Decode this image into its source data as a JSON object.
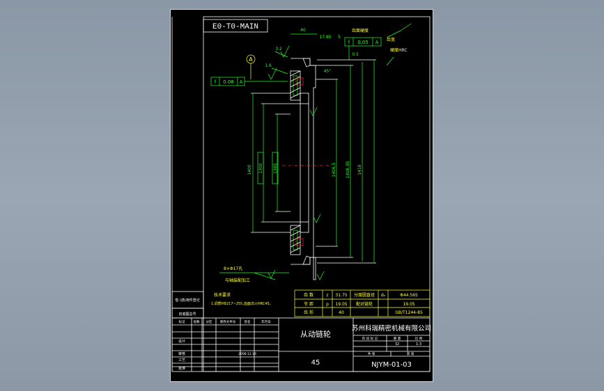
{
  "drawing": {
    "code_box_text": "E0-T0-MAIN",
    "datum_label": "A",
    "tolerance_left": {
      "symbol": "f",
      "value": "0.08",
      "datum": "A"
    },
    "tolerance_top": {
      "symbol": "f",
      "value": "0.05",
      "datum": "A"
    },
    "top_dims": [
      "40",
      "17.85",
      "5",
      "3.2",
      "1.6",
      "0.5",
      "45°"
    ],
    "top_notes": [
      "齿面硬度",
      "齿宽",
      "硬度HRC"
    ],
    "vertical_dims": [
      "1400",
      "1300",
      "1385",
      "1406.5",
      "1408.35",
      "1418"
    ],
    "inner_dims": [
      "1300",
      "1385"
    ],
    "bottom_notes": [
      "8×Φ17孔",
      "与轴装配加工"
    ],
    "tech_requirements": [
      "技术要求",
      "1.调质HB217~255,齿面淬火HRC45。"
    ],
    "left_labels": [
      "借 (通)用件登记",
      "旧底图总号"
    ],
    "param_table": [
      [
        "齿  数",
        "z",
        "31.75",
        "分度圆直径",
        "dₑ",
        "Φ44.565",
        ""
      ],
      [
        "节  距",
        "p",
        "19.05",
        "配对链轮",
        "",
        "19.05",
        ""
      ],
      [
        "齿  形",
        "",
        "40",
        "",
        "",
        "GB/T1244-85",
        ""
      ]
    ],
    "title_block": {
      "part_name": "从动链轮",
      "material": "45",
      "company": "苏州科瑞精密机械有限公司",
      "drawing_no": "NJYM-01-03",
      "stage_label": "阶 段 标 记",
      "weight_label": "重 量",
      "scale_label": "比 例",
      "weight": "32",
      "scale": "1:3",
      "sheet_total_label": "共  张",
      "sheet_label": "第  张",
      "rows": [
        "标记",
        "处数",
        "分区",
        "更改文件号",
        "签名",
        "年月日"
      ],
      "sign_rows": [
        "设计",
        "审核",
        "工艺",
        "批准"
      ],
      "date": "2008.12.19"
    }
  }
}
